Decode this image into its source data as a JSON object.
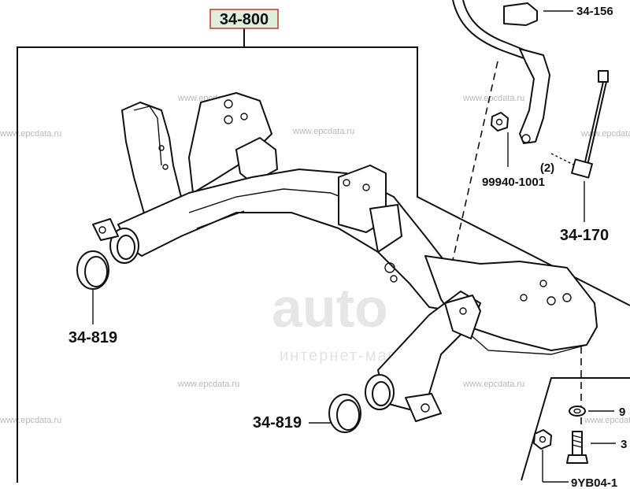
{
  "labels": {
    "assembly": "34-800",
    "stabilizer": "34-156",
    "nut_part": "99940-1001",
    "nut_qty": "(2)",
    "link": "34-170",
    "bushing_left": "34-819",
    "bushing_right": "34-819",
    "washer_part": "9",
    "bolt_part": "3",
    "nut_bottom_part": "9YB04-1"
  },
  "watermarks": {
    "site": "www.epcdata.ru",
    "big": "auto",
    "sub": "интернет-магазин"
  },
  "colors": {
    "highlight_box": "#c0392b",
    "highlight_fill": "#dfeedd"
  }
}
